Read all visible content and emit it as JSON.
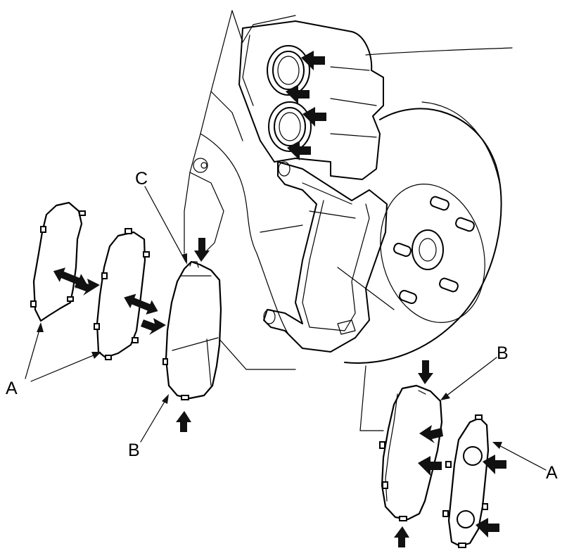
{
  "labels": {
    "a_left": "A",
    "a_right": "A",
    "b_left": "B",
    "b_right": "B",
    "c": "C"
  },
  "colors": {
    "line": "#000000",
    "background": "#ffffff",
    "arrow": "#111111"
  }
}
